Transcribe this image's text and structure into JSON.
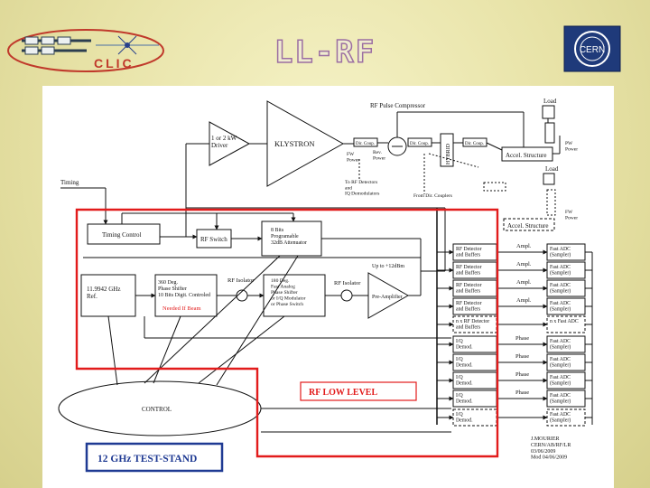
{
  "slide": {
    "title": "LL-RF"
  },
  "clic_logo": {
    "text": "CLIC"
  },
  "cern_logo": {
    "text": "CERN"
  },
  "diagram": {
    "amp_driver": "1 or 2 kW|Driver",
    "klystron": "KLYSTRON",
    "rf_pulse_compressor": "RF Pulse Compressor",
    "load_top": "Load",
    "load_mid": "Load",
    "hybrid": "HYBRID",
    "dir_coup": "Dir. Coup.",
    "fw_power": "FW|Power",
    "rev_power": "Rev.|Power",
    "pw_power": "PW|Power",
    "accel_structure_1": "Accel. Structure",
    "accel_structure_2": "Accel. Structure",
    "to_rf_detectors": "To RF Detectors|and|IQ Demodulators",
    "from_dir_couplers": "From Dir. Couplers",
    "timing": "Timing",
    "timing_control": "Timing Control",
    "rf_switch": "RF Switch",
    "attenuator": "8 Bits|Programable|32dB Attenuator",
    "up_to_12dbm": "Up to +12dBm",
    "ref_oscillator": "11.9942 GHz|Ref.",
    "phase_shifter_360": "360 Deg.|Phase Shifter|10 Bits Digit. Controled",
    "needed_if_beam": "Needed If Beam",
    "rf_isolator_1": "RF Isolator",
    "rf_isolator_2": "RF Isolator",
    "phase_shifter_180": "180 Deg.|Fast Analog|Phase Shifter|or I/Q Modulator|or Phase Switch",
    "pre_amplifier": "Pre-Amplifier",
    "rf_detector": "RF Detector|and Buffers",
    "n_rf_detector": "n x RF Detector|and Buffers",
    "ampl": "Ampl.",
    "phase": "Phase",
    "fast_adc": "Fast ADC|(Sampler)",
    "n_fast_adc": "n x Fast ADC",
    "iq_demod": "I/Q|Demod.",
    "control": "CONTROL",
    "rf_low_level": "RF LOW LEVEL",
    "test_stand": "12 GHz TEST-STAND",
    "author": "J.MOURIER|CERN/AB/RF/LR|03/06/2009|Mod 04/06/2009"
  },
  "colors": {
    "accent_red": "#e21b1b",
    "title_outline": "#9c6fa2",
    "test_stand_blue": "#1f3a93"
  }
}
